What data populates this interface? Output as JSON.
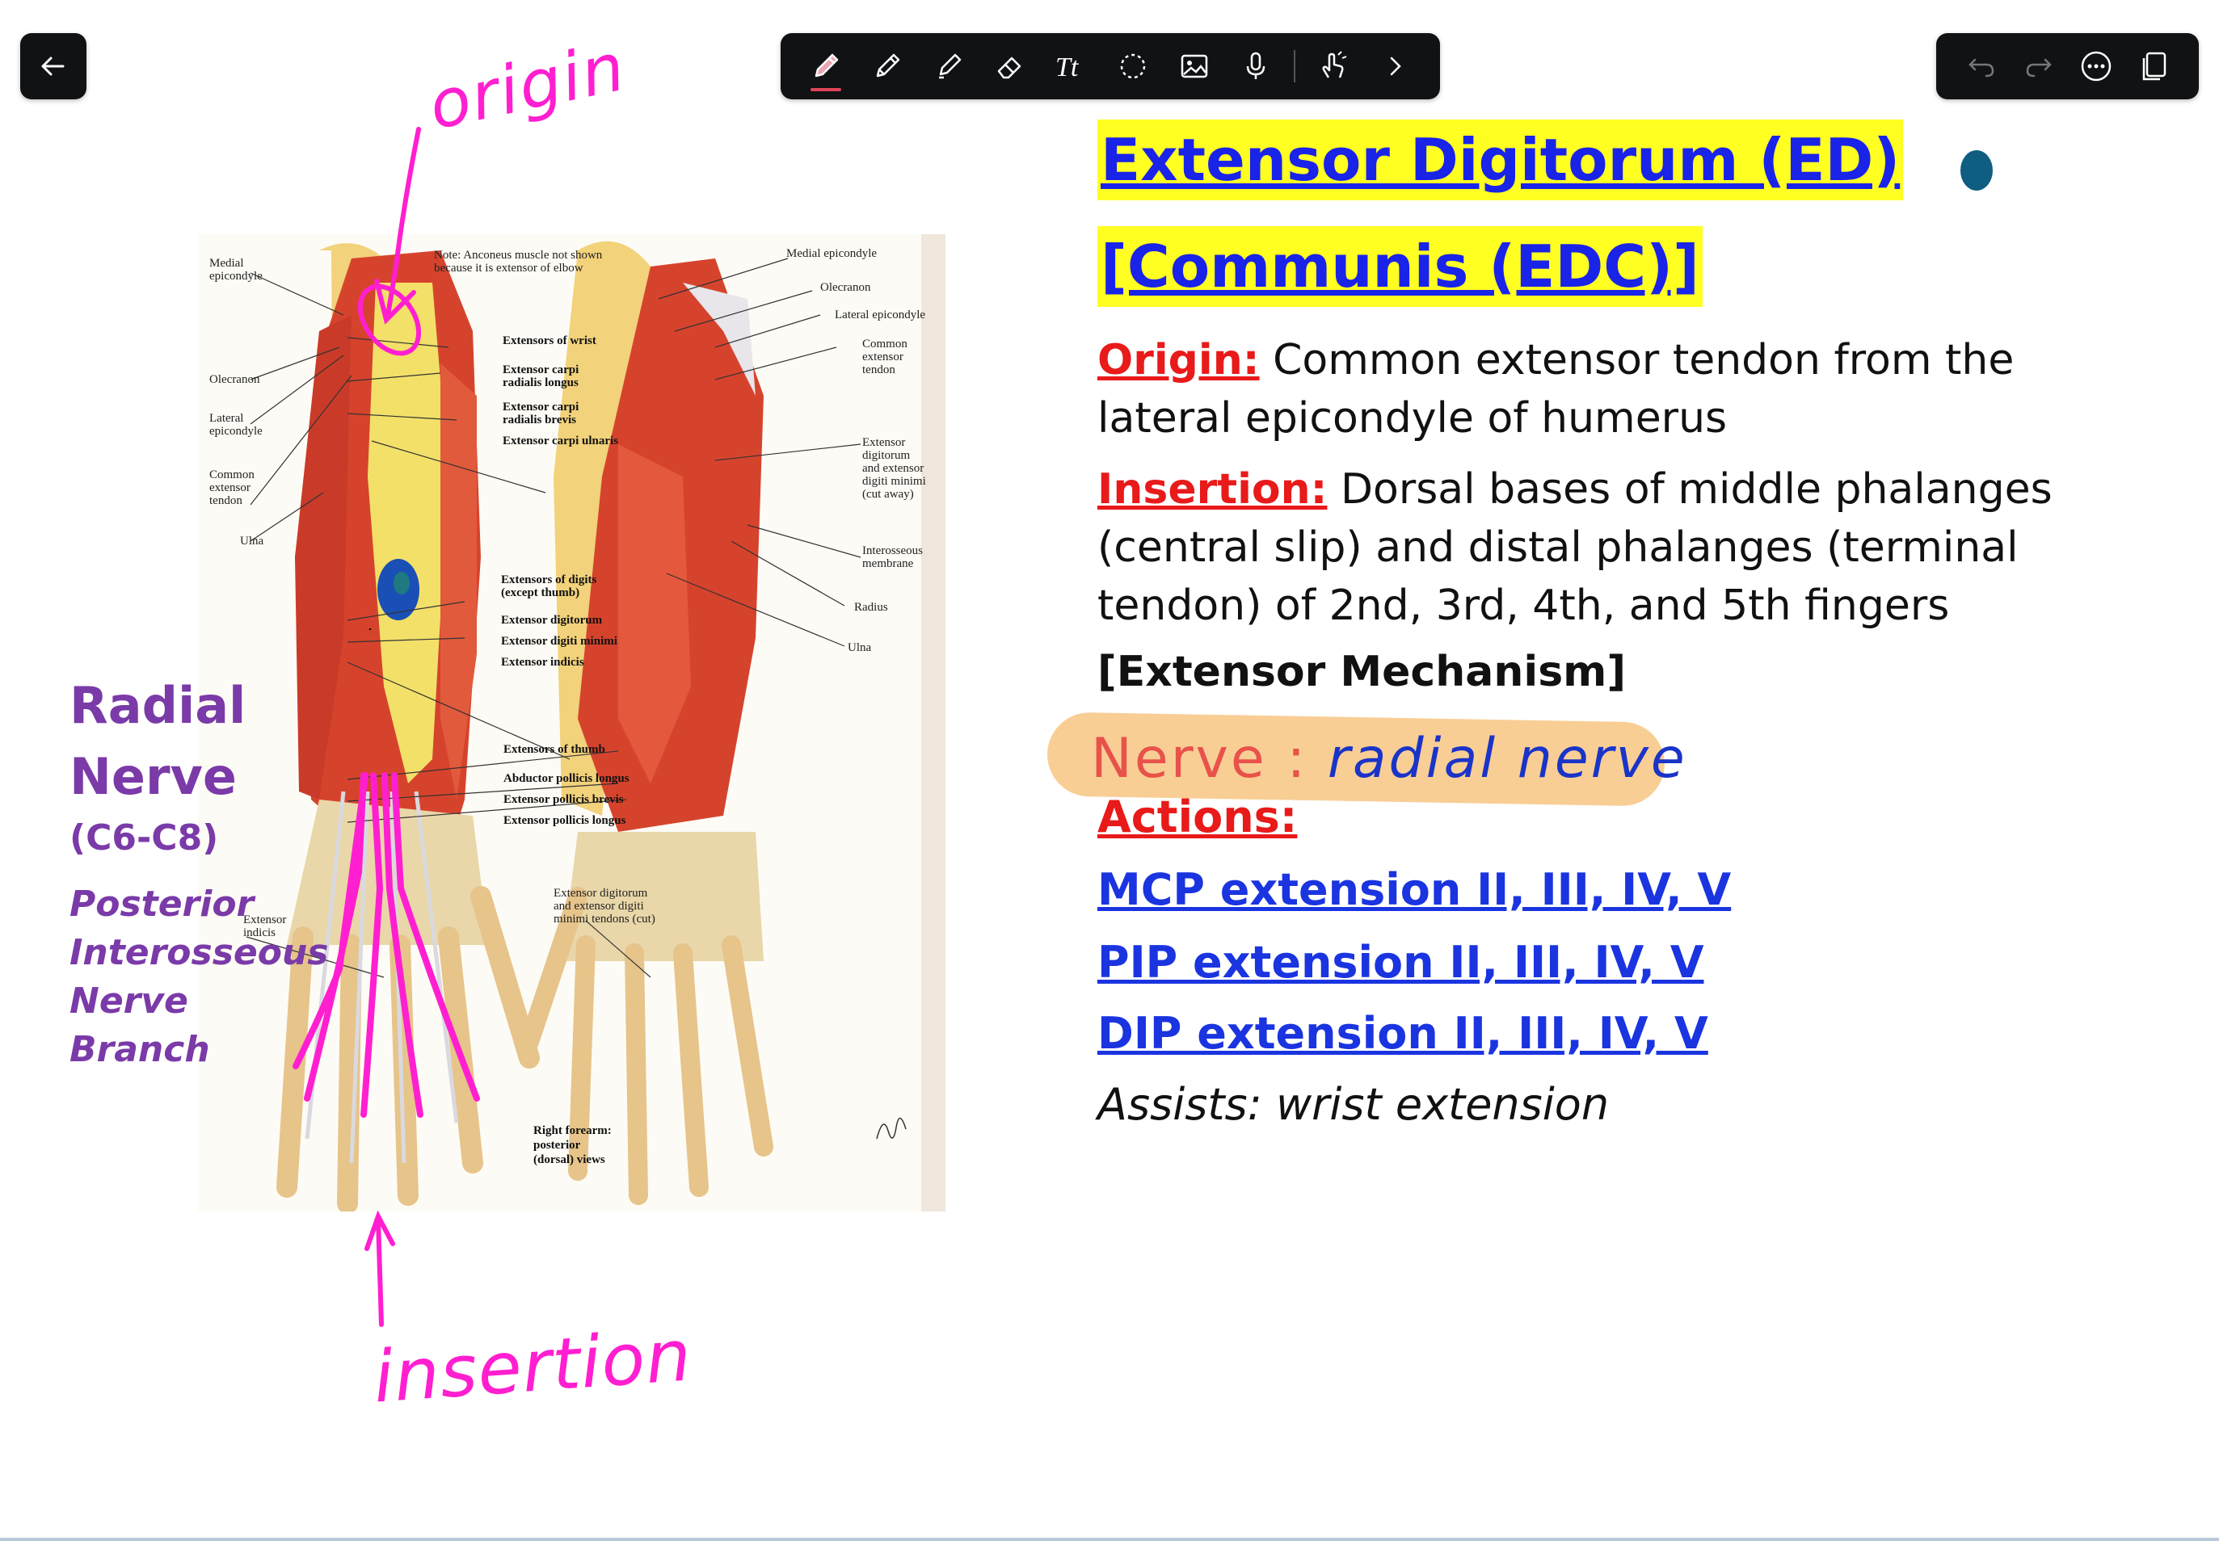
{
  "toolbar": {
    "back_icon": "arrow-left-icon",
    "tools": [
      {
        "name": "pen-icon",
        "active": true
      },
      {
        "name": "pencil-icon"
      },
      {
        "name": "highlighter-icon"
      },
      {
        "name": "eraser-icon"
      },
      {
        "name": "text-tool-icon",
        "glyph": "Tt"
      },
      {
        "name": "lasso-icon"
      },
      {
        "name": "image-icon"
      },
      {
        "name": "microphone-icon"
      },
      {
        "name": "touch-gesture-icon"
      },
      {
        "name": "chevron-right-icon"
      }
    ],
    "right_tools": [
      "undo-icon",
      "redo-icon",
      "more-icon",
      "pages-icon"
    ],
    "accent": "#e0445a"
  },
  "figure": {
    "labels_left": [
      "Medial",
      "epicondyle",
      "Olecranon",
      "Lateral",
      "epicondyle",
      "Common",
      "extensor",
      "tendon",
      "Ulna",
      "Extensor",
      "indicis"
    ],
    "note": [
      "Note: Anconeus muscle not shown",
      "because it is extensor of elbow"
    ],
    "labels_center": [
      "Extensors of wrist",
      "Extensor carpi",
      "radialis longus",
      "Extensor carpi",
      "radialis brevis",
      "Extensor carpi ulnaris",
      "Extensors of digits",
      "(except thumb)",
      "Extensor digitorum",
      "Extensor digiti minimi",
      "Extensor indicis",
      "Extensors of thumb",
      "Abductor pollicis longus",
      "Extensor pollicis brevis",
      "Extensor pollicis longus",
      "Extensor digitorum",
      "and extensor digiti",
      "minimi tendons (cut)"
    ],
    "labels_right": [
      "Medial epicondyle",
      "Olecranon",
      "Lateral epicondyle",
      "Common",
      "extensor",
      "tendon",
      "Extensor",
      "digitorum",
      "and extensor",
      "digiti minimi",
      "(cut away)",
      "Interosseous",
      "membrane",
      "Radius",
      "Ulna"
    ],
    "caption": [
      "Right forearm:",
      "posterior",
      "(dorsal) views"
    ]
  },
  "annotations": {
    "origin": "origin",
    "insertion": "insertion",
    "color": "#ff1fd0"
  },
  "left_notes": {
    "radial": "Radial",
    "nerve": "Nerve",
    "roots": "(C6-C8)",
    "branch_lines": [
      "Posterior",
      "Interosseous",
      "Nerve",
      "Branch"
    ],
    "color": "#7a3aa8"
  },
  "content": {
    "title_line1": "Extensor Digitorum (ED)",
    "title_line2": "[Communis (EDC)]",
    "origin_label": "Origin:",
    "origin_text": " Common extensor tendon from the lateral epicondyle of humerus",
    "insertion_label": "Insertion:",
    "insertion_text": " Dorsal bases of middle phalanges (central slip) and distal phalanges (terminal tendon) of 2nd, 3rd, 4th, and 5th fingers",
    "mechanism": "[Extensor Mechanism]",
    "nerve_label": "Nerve :",
    "nerve_value": " radial nerve",
    "actions_label": "Actions:",
    "actions": [
      "MCP extension II, III, IV, V",
      "PIP extension II, III, IV, V",
      "DIP extension II, III, IV, V"
    ],
    "assists": "Assists: wrist extension"
  }
}
